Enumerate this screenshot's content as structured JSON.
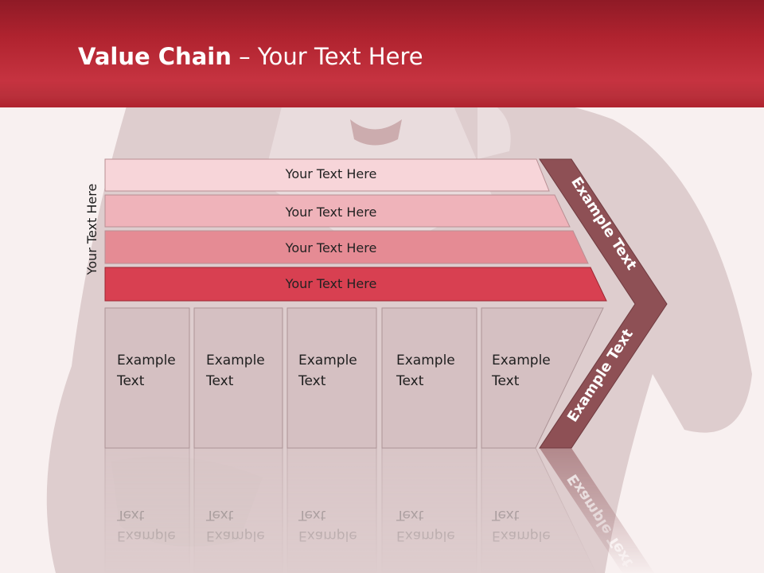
{
  "slide": {
    "title_bold": "Value Chain",
    "title_rest": " – Your Text Here"
  },
  "side_label": "Your Text Here",
  "bars": [
    {
      "label": "Your Text Here",
      "fill": "#f7d5d9"
    },
    {
      "label": "Your Text Here",
      "fill": "#efb3ba"
    },
    {
      "label": "Your Text Here",
      "fill": "#e58b94"
    },
    {
      "label": "Your Text Here",
      "fill": "#d84051"
    }
  ],
  "columns": [
    {
      "line1": "Example",
      "line2": "Text"
    },
    {
      "line1": "Example",
      "line2": "Text"
    },
    {
      "line1": "Example",
      "line2": "Text"
    },
    {
      "line1": "Example",
      "line2": "Text"
    },
    {
      "line1": "Example",
      "line2": "Text"
    }
  ],
  "chevron": {
    "upper_label": "Example Text",
    "lower_label": "Example Text",
    "fill": "#8e5055"
  },
  "colors": {
    "header": "#b0232f",
    "column_fill": "#d5c0c2",
    "background": "#f8f0f0"
  }
}
